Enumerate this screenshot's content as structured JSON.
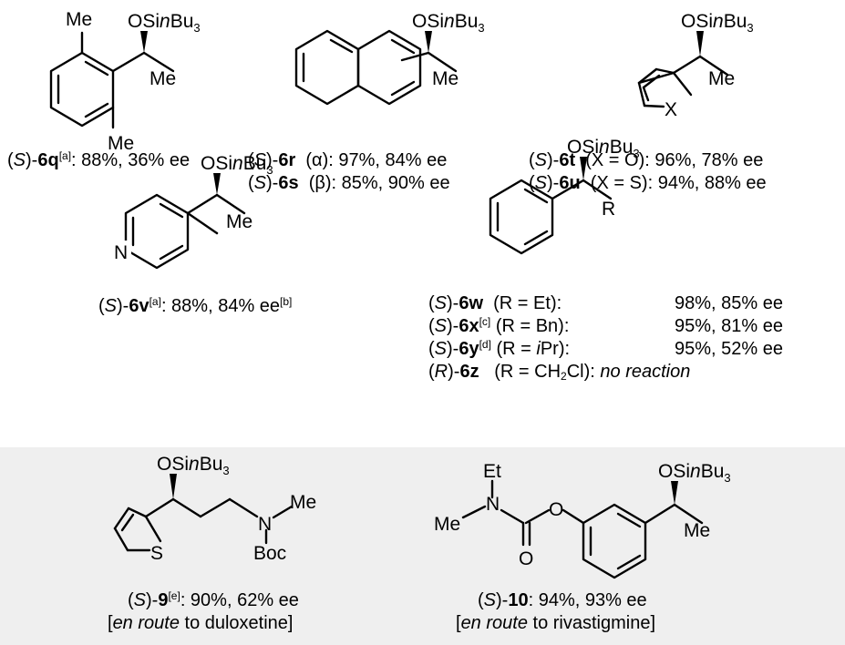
{
  "frags": {
    "osi": "OSinBu3",
    "me": "Me",
    "r": "R",
    "x": "X",
    "s": "S",
    "n": "N",
    "o": "O",
    "et": "Et",
    "boc": "Boc"
  },
  "labels": {
    "q": "(S)-6q[a]: 88%, 36% ee",
    "r": "(S)-6r  (α): 97%, 84% ee",
    "s": "(S)-6s  (β): 85%, 90% ee",
    "t": "(S)-6t  (X = O): 96%, 78% ee",
    "u": "(S)-6u  (X = S): 94%, 88% ee",
    "v": "(S)-6v[a]: 88%, 84% ee[b]",
    "w": "(S)-6w  (R = Et):",
    "w_res": "98%, 85% ee",
    "x": "(S)-6x[c] (R = Bn):",
    "x_res": "95%, 81% ee",
    "y": "(S)-6y[d] (R = iPr):",
    "y_res": "95%, 52% ee",
    "z": "(R)-6z   (R = CH2Cl):",
    "z_res": "no reaction",
    "p9": "(S)-9[e]: 90%, 62% ee",
    "p9b": "[en route to duloxetine]",
    "p10": "(S)-10: 94%, 93% ee",
    "p10b": "[en route to rivastigmine]"
  }
}
